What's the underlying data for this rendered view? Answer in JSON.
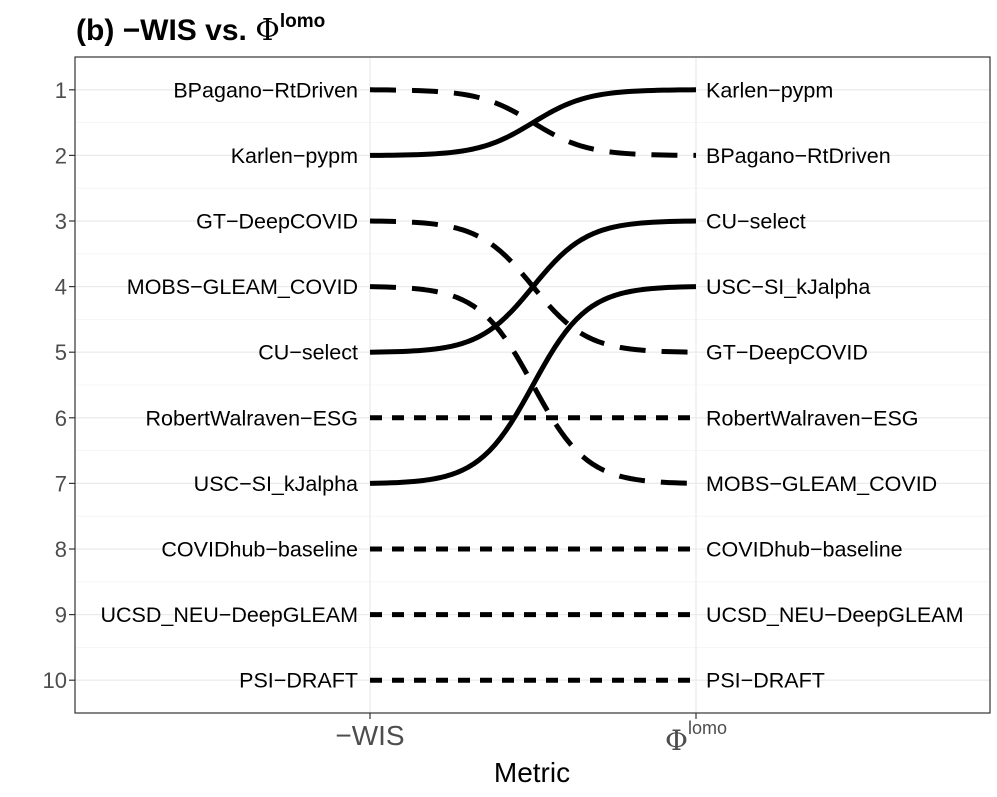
{
  "chart_data": {
    "type": "line",
    "title": {
      "prefix": "(b) −WIS vs. ",
      "symbol": "Φ",
      "superscript": "lomo"
    },
    "xlabel": "Metric",
    "x_categories": [
      {
        "text": "−WIS",
        "symbol": "",
        "superscript": ""
      },
      {
        "text": "",
        "symbol": "Φ",
        "superscript": "lomo"
      }
    ],
    "y_axis": {
      "reversed": true,
      "ticks": [
        "1",
        "2",
        "3",
        "4",
        "5",
        "6",
        "7",
        "8",
        "9",
        "10"
      ],
      "ylim": [
        0.5,
        10.5
      ]
    },
    "grid": true,
    "series": [
      {
        "name": "BPagano−RtDriven",
        "ranks": [
          1,
          2
        ],
        "style": "dashed"
      },
      {
        "name": "Karlen−pypm",
        "ranks": [
          2,
          1
        ],
        "style": "solid"
      },
      {
        "name": "GT−DeepCOVID",
        "ranks": [
          3,
          5
        ],
        "style": "dashed"
      },
      {
        "name": "MOBS−GLEAM_COVID",
        "ranks": [
          4,
          7
        ],
        "style": "dashed"
      },
      {
        "name": "CU−select",
        "ranks": [
          5,
          3
        ],
        "style": "solid"
      },
      {
        "name": "RobertWalraven−ESG",
        "ranks": [
          6,
          6
        ],
        "style": "dotted"
      },
      {
        "name": "USC−SI_kJalpha",
        "ranks": [
          7,
          4
        ],
        "style": "solid"
      },
      {
        "name": "COVIDhub−baseline",
        "ranks": [
          8,
          8
        ],
        "style": "dotted"
      },
      {
        "name": "UCSD_NEU−DeepGLEAM",
        "ranks": [
          9,
          9
        ],
        "style": "dotted"
      },
      {
        "name": "PSI−DRAFT",
        "ranks": [
          10,
          10
        ],
        "style": "dotted"
      }
    ]
  }
}
